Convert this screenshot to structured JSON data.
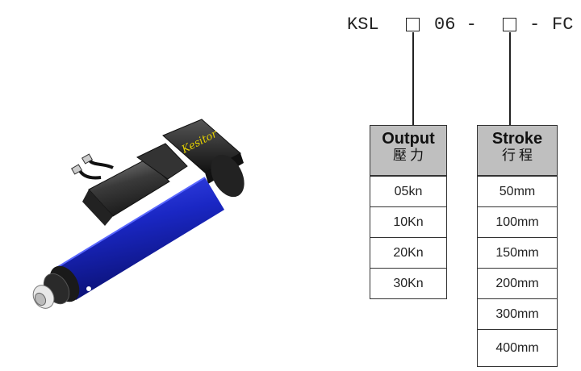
{
  "model_code": {
    "prefix": "KSL",
    "middle": "06 -",
    "dash": "-",
    "suffix": "FC"
  },
  "product_image": {
    "brand_label": "Kesitor",
    "body_color": "#1f2fd0"
  },
  "output_table": {
    "header_en": "Output",
    "header_zh": "壓力",
    "rows": [
      "05kn",
      "10Kn",
      "20Kn",
      "30Kn"
    ]
  },
  "stroke_table": {
    "header_en": "Stroke",
    "header_zh": "行程",
    "rows": [
      "50mm",
      "100mm",
      "150mm",
      "200mm",
      "300mm",
      "400mm"
    ]
  }
}
